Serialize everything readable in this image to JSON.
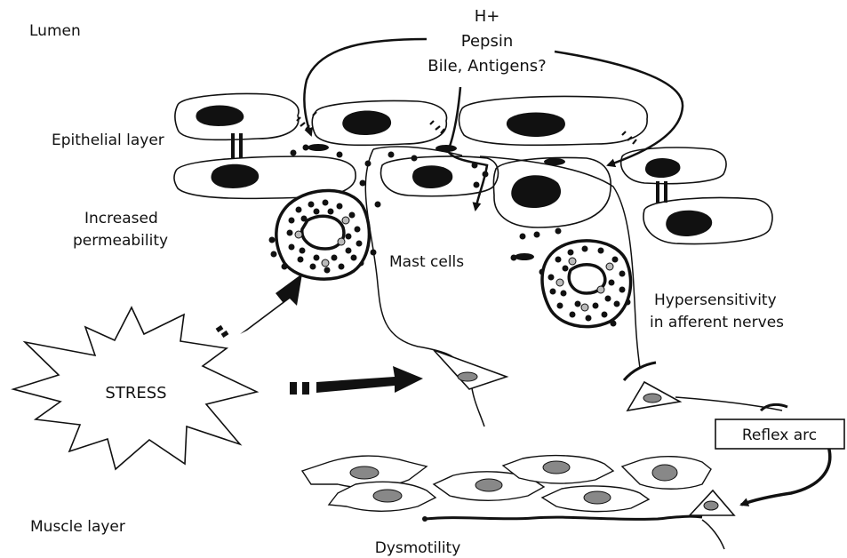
{
  "labels": {
    "lumen": "Lumen",
    "luminal_agents": [
      "H+",
      "Pepsin",
      "Bile, Antigens?"
    ],
    "epithelial_layer": "Epithelial layer",
    "increased_permeability": [
      "Increased",
      "permeability"
    ],
    "mast_cells": "Mast cells",
    "hypersensitivity": [
      "Hypersensitivity",
      "in afferent nerves"
    ],
    "stress": "STRESS",
    "reflex_arc": "Reflex arc",
    "muscle_layer": "Muscle layer",
    "dysmotility": "Dysmotility"
  }
}
